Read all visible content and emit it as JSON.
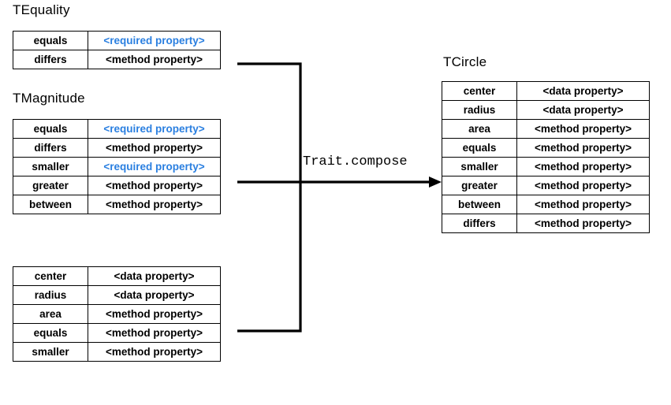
{
  "diagram": {
    "compose_label": "Trait.compose",
    "value_labels": {
      "required": "<required property>",
      "method": "<method property>",
      "data": "<data property>"
    },
    "tables": [
      {
        "id": "tequality",
        "title": "TEquality",
        "rows": [
          {
            "name": "equals",
            "value": "<required property>",
            "kind": "required"
          },
          {
            "name": "differs",
            "value": "<method property>",
            "kind": "method"
          }
        ]
      },
      {
        "id": "tmagnitude",
        "title": "TMagnitude",
        "rows": [
          {
            "name": "equals",
            "value": "<required property>",
            "kind": "required"
          },
          {
            "name": "differs",
            "value": "<method property>",
            "kind": "method"
          },
          {
            "name": "smaller",
            "value": "<required property>",
            "kind": "required"
          },
          {
            "name": "greater",
            "value": "<method property>",
            "kind": "method"
          },
          {
            "name": "between",
            "value": "<method property>",
            "kind": "method"
          }
        ]
      },
      {
        "id": "circle-class",
        "title": "",
        "rows": [
          {
            "name": "center",
            "value": "<data property>",
            "kind": "data"
          },
          {
            "name": "radius",
            "value": "<data property>",
            "kind": "data"
          },
          {
            "name": "area",
            "value": "<method property>",
            "kind": "method"
          },
          {
            "name": "equals",
            "value": "<method property>",
            "kind": "method"
          },
          {
            "name": "smaller",
            "value": "<method property>",
            "kind": "method"
          }
        ]
      },
      {
        "id": "tcircle",
        "title": "TCircle",
        "rows": [
          {
            "name": "center",
            "value": "<data property>",
            "kind": "data"
          },
          {
            "name": "radius",
            "value": "<data property>",
            "kind": "data"
          },
          {
            "name": "area",
            "value": "<method property>",
            "kind": "method"
          },
          {
            "name": "equals",
            "value": "<method property>",
            "kind": "method"
          },
          {
            "name": "smaller",
            "value": "<method property>",
            "kind": "method"
          },
          {
            "name": "greater",
            "value": "<method property>",
            "kind": "method"
          },
          {
            "name": "between",
            "value": "<method property>",
            "kind": "method"
          },
          {
            "name": "differs",
            "value": "<method property>",
            "kind": "method"
          }
        ]
      }
    ],
    "colors": {
      "required": "#2a7fe0",
      "text": "#000000",
      "border": "#000000",
      "background": "#ffffff"
    }
  }
}
